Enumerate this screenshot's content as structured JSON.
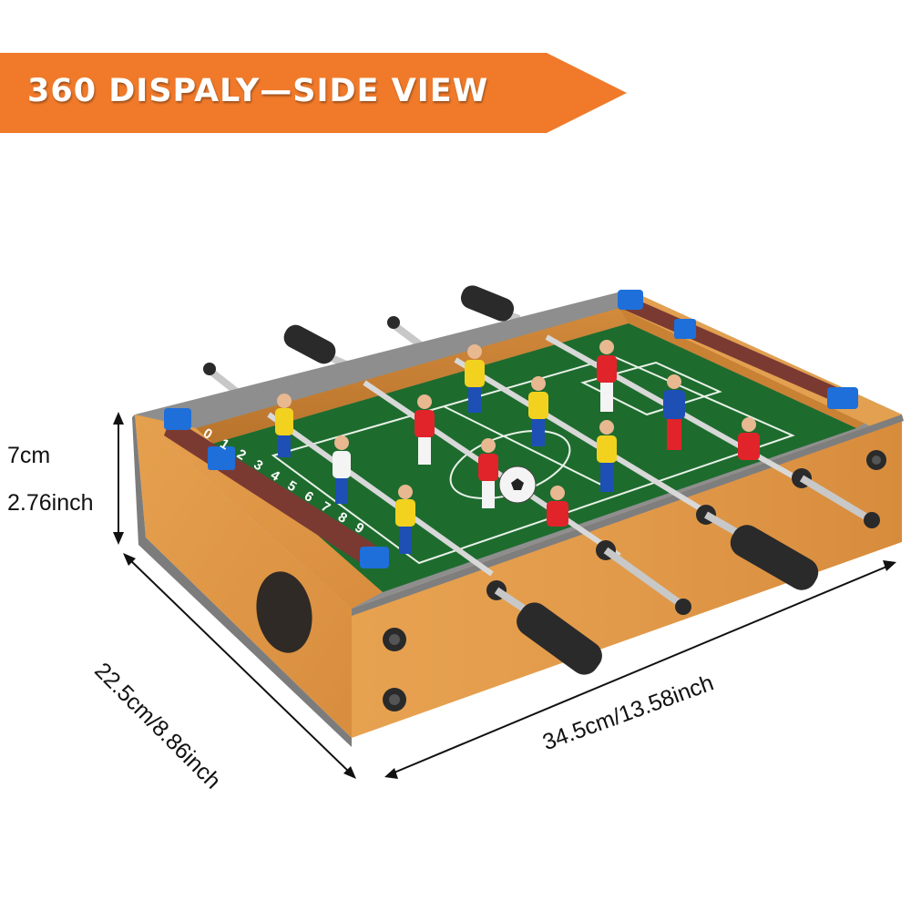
{
  "banner": {
    "text": "360 DISPALY—SIDE VIEW",
    "color": "#F07A2A"
  },
  "dimensions": {
    "height_cm": "7cm",
    "height_in": "2.76inch",
    "depth": "22.5cm/8.86inch",
    "width": "34.5cm/13.58inch"
  },
  "product": {
    "score_numbers": [
      "0",
      "1",
      "2",
      "3",
      "4",
      "5",
      "6",
      "7",
      "8",
      "9"
    ],
    "colors": {
      "wood": "#E19A4A",
      "field": "#1E6B2E",
      "team_a": "#E0242A",
      "team_b": "#F2D21E",
      "score_bar": "#7A3A32",
      "score_clip": "#1E6FD9",
      "handle": "#2A2A2A"
    }
  }
}
